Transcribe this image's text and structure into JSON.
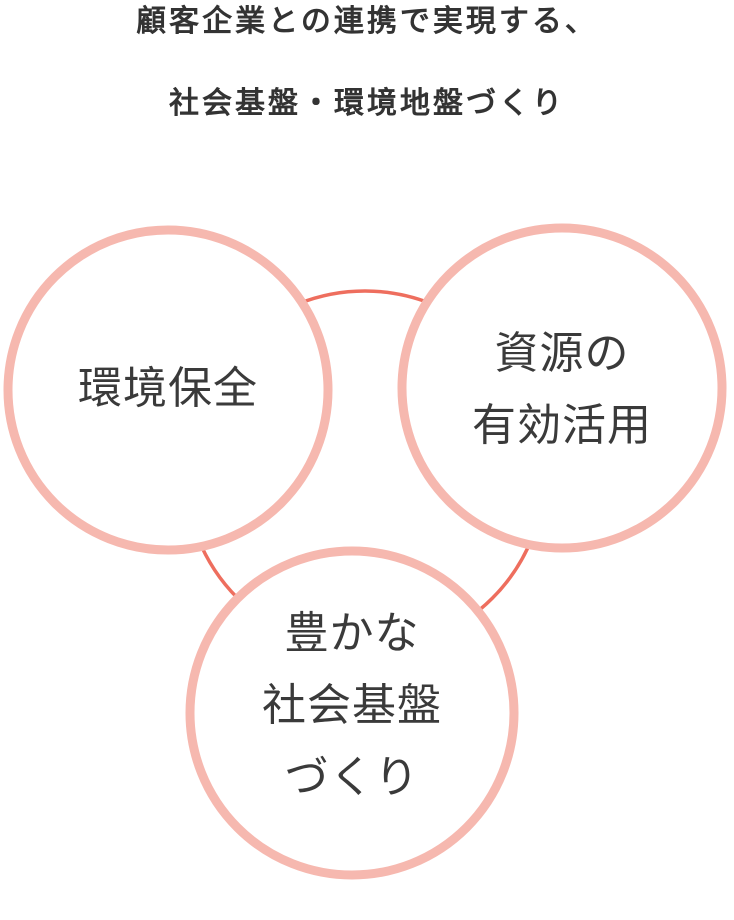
{
  "heading": {
    "line1": "顧客企業との連携で実現する、",
    "line2": "社会基盤・環境地盤づくり"
  },
  "colors": {
    "ring": "#f6b8af",
    "link": "#ee6e5e",
    "text": "#333333"
  },
  "nodes": [
    {
      "id": "environment",
      "lines": [
        "環境保全"
      ]
    },
    {
      "id": "resources",
      "lines": [
        "資源の",
        "有効活用"
      ]
    },
    {
      "id": "society",
      "lines": [
        "豊かな",
        "社会基盤",
        "づくり"
      ]
    }
  ]
}
